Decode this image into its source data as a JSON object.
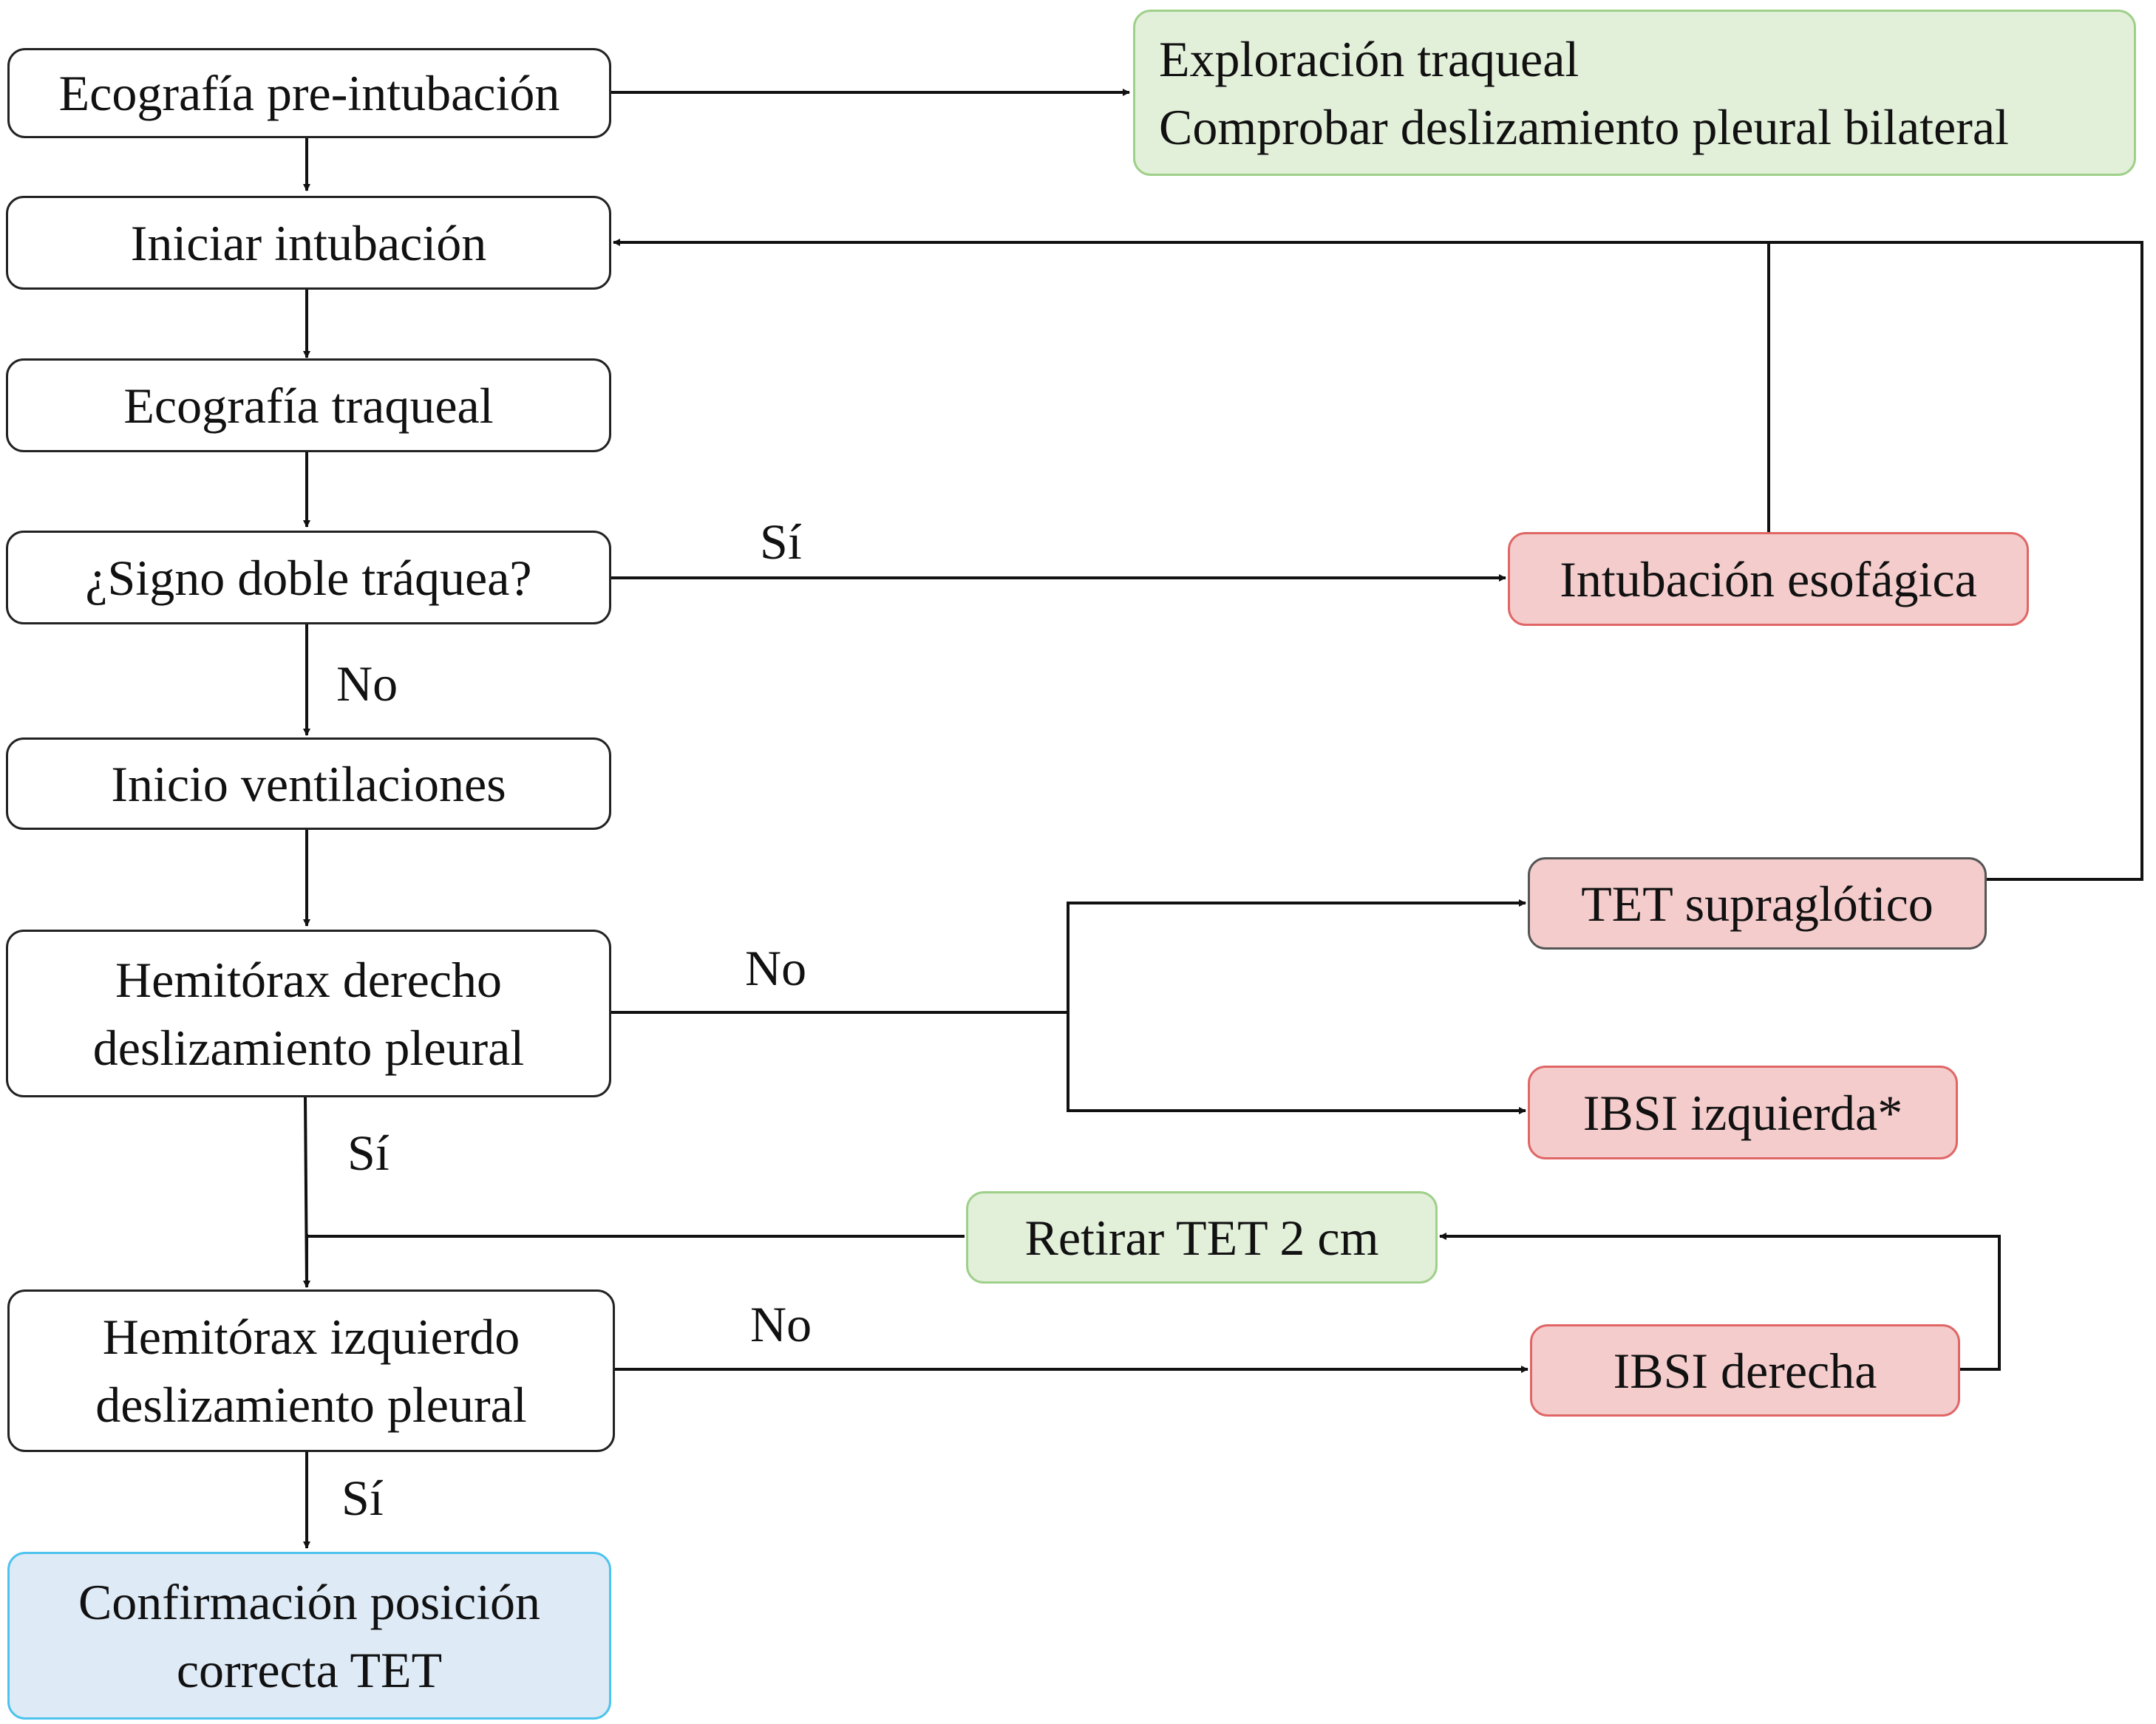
{
  "nodes": {
    "pre_us": "Ecografía pre-intubación",
    "explore_line1": "Exploración traqueal",
    "explore_line2": "Comprobar deslizamiento pleural bilateral",
    "start_intubation": "Iniciar intubación",
    "tracheal_us": "Ecografía traqueal",
    "double_trachea": "¿Signo doble tráquea?",
    "esophageal": "Intubación esofágica",
    "start_ventilation": "Inicio ventilaciones",
    "right_line1": "Hemitórax derecho",
    "right_line2": "deslizamiento pleural",
    "supraglottic": "TET supraglótico",
    "left_ibsi": "IBSI izquierda*",
    "retract": "Retirar TET 2 cm",
    "left_line1": "Hemitórax izquierdo",
    "left_line2": "deslizamiento pleural",
    "right_ibsi": "IBSI derecha",
    "confirm_line1": "Confirmación posición",
    "confirm_line2": "correcta TET"
  },
  "edge_labels": {
    "double_yes": "Sí",
    "double_no": "No",
    "right_no": "No",
    "right_yes": "Sí",
    "left_no": "No",
    "left_yes": "Sí"
  },
  "colors": {
    "green_fill": "#e2efd9",
    "red_fill": "#f4cccc",
    "blue_fill": "#deeaf6",
    "line": "#111111"
  }
}
